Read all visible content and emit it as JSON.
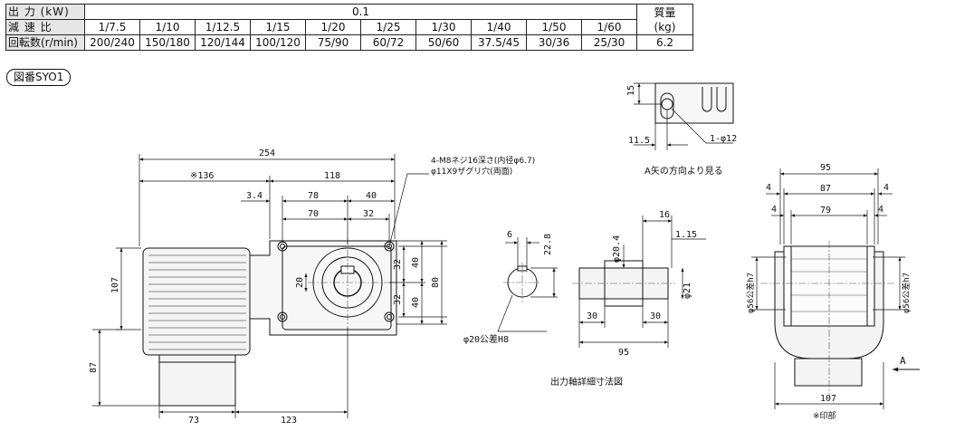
{
  "spec_table": {
    "output_label": "出 力 (kW)",
    "output_value": "0.1",
    "ratio_label": "減 速 比",
    "rpm_label": "回転数(r/min)",
    "mass_label_line1": "質量",
    "mass_label_line2": "(kg)",
    "mass_value": "6.2",
    "ratios": [
      "1/7.5",
      "1/10",
      "1/12.5",
      "1/15",
      "1/20",
      "1/25",
      "1/30",
      "1/40",
      "1/50",
      "1/60"
    ],
    "rpms": [
      "200/240",
      "150/180",
      "120/144",
      "100/120",
      "75/90",
      "60/72",
      "50/60",
      "37.5/45",
      "30/36",
      "25/30"
    ]
  },
  "figure_id": "図番SYO1",
  "front_view": {
    "dim_total": "254",
    "dim_motor": "※136",
    "dim_gear": "118",
    "dim_3_4": "3.4",
    "dim_78": "78",
    "dim_40_top": "40",
    "dim_70": "70",
    "dim_32_top": "32",
    "dim_107": "107",
    "dim_87": "87",
    "dim_73": "73",
    "dim_123": "123",
    "dim_20": "20",
    "dim_32_a": "32",
    "dim_32_b": "32",
    "dim_40_a": "40",
    "dim_40_b": "40",
    "dim_80": "80",
    "note_line1": "4-M8ネジ16深さ(内径φ6.7)",
    "note_line2": "φ11X9ザグリ穴(両面)"
  },
  "view_a": {
    "dim_15": "15",
    "dim_11_5": "11.5",
    "hole_label": "1-φ12",
    "caption": "A矢の方向より見る"
  },
  "shaft_detail": {
    "dim_6": "6",
    "dim_22_8": "22.8",
    "bore_label": "φ20公差H8",
    "dim_16": "16",
    "dim_1_15": "1.15",
    "dim_20_4": "φ20.4",
    "dim_21": "φ21",
    "dim_30_a": "30",
    "dim_30_b": "30",
    "dim_95": "95",
    "caption": "出力軸詳細寸法図"
  },
  "side_view": {
    "dim_95": "95",
    "dim_87": "87",
    "dim_79": "79",
    "dim_4_a": "4",
    "dim_4_b": "4",
    "dim_4_c": "4",
    "dim_4_d": "4",
    "dim_56_left": "φ56公差h7",
    "dim_56_right": "φ56公差h7",
    "dim_107": "107",
    "mark_note": "※印部",
    "arrow_label": "A"
  }
}
